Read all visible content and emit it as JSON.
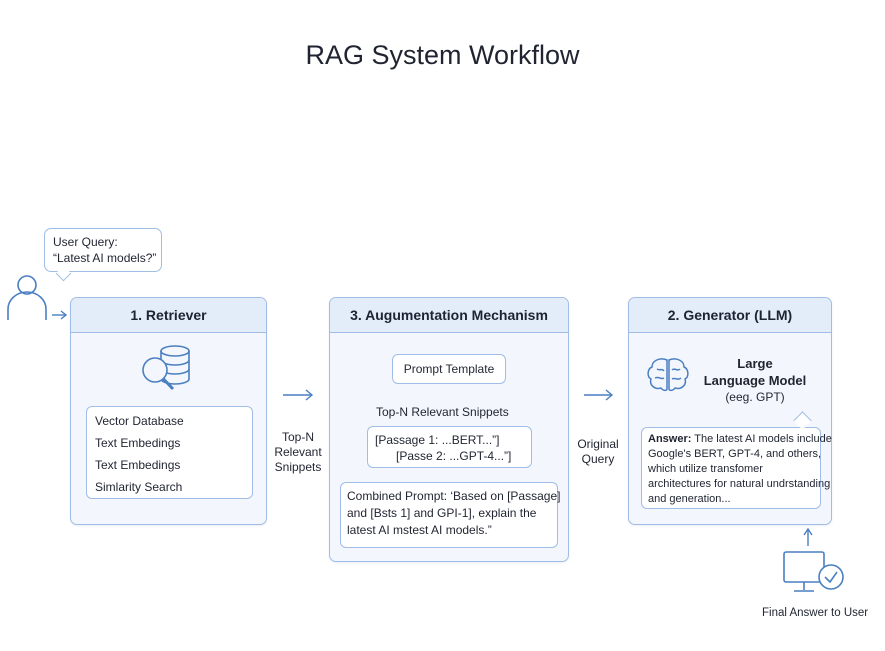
{
  "title": "RAG System Workflow",
  "user_query": {
    "line1": "User Query:",
    "line2": "“Latest AI models?”"
  },
  "retriever": {
    "heading": "1. Retriever",
    "items": [
      "Vector Database",
      "Text Embedings",
      "Text Embedings",
      "Simlarity Search"
    ]
  },
  "flow_label_topn": [
    "Top-N",
    "Relevant",
    "Snippets"
  ],
  "augmentation": {
    "heading": "3. Augumentation Mechanism",
    "prompt_template": "Prompt Template",
    "snippets_label": "Top-N Relevant Snippets",
    "passage_line1": "[Passage 1:  ...BERT...”]",
    "passage_line2": "[Passe  2:  ...GPT-4...”]",
    "combined_line1": "Combined Prompt: ‘Based on [Passage]",
    "combined_line2": "and [Bsts 1] and GPI‑1], explain the",
    "combined_line3": "latest AI mstest AI models.”"
  },
  "flow_label_query": [
    "Original",
    "Query"
  ],
  "generator": {
    "heading": "2. Generator (LLM)",
    "llm_line1": "Large",
    "llm_line2": "Language Model",
    "llm_line3": "(eeg. GPT)",
    "answer_label": "Answer:",
    "answer_line1": " The latest AI models include",
    "answer_line2": "Google's BERT, GPT-4, and others,",
    "answer_line3": "which utilize transfomer",
    "answer_line4": "architectures for natural undrstanding",
    "answer_line5": "and generation..."
  },
  "final_answer": "Final Answer to User",
  "colors": {
    "panel_border": "#9fbde6",
    "panel_bg": "#f3f7fd",
    "head_bg": "#e3ecf9",
    "icon": "#4a7fc1"
  }
}
